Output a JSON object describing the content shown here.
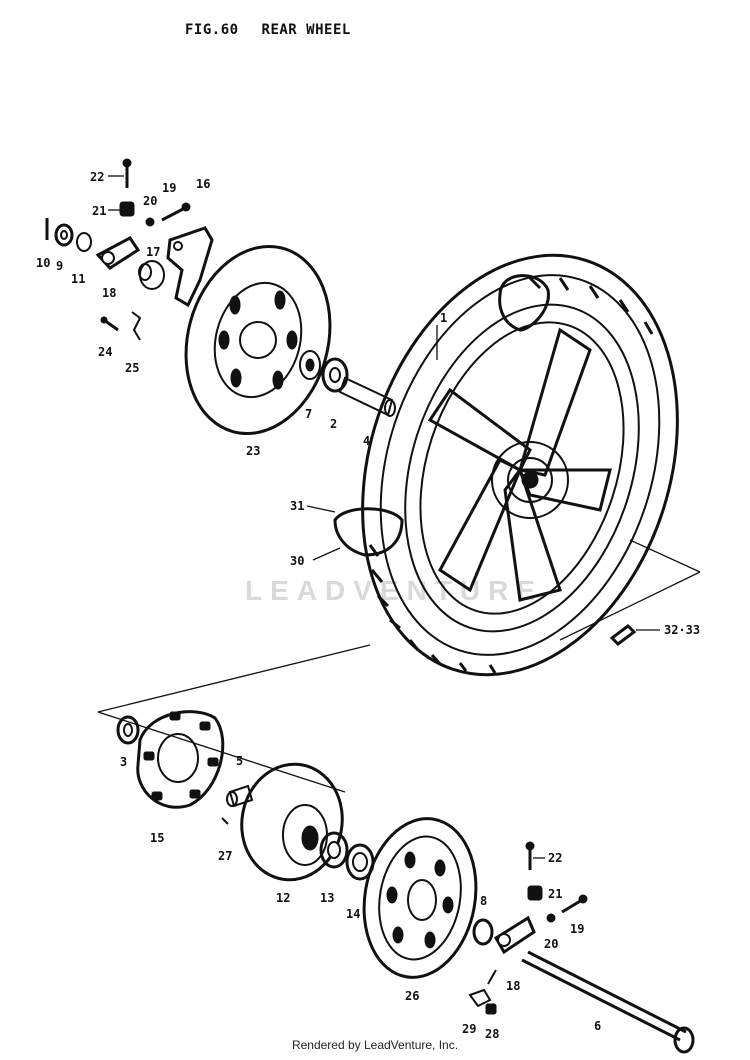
{
  "header": {
    "fig": "FIG.60",
    "title": "REAR WHEEL"
  },
  "footer": {
    "credit": "Rendered by LeadVenture, Inc."
  },
  "watermark": {
    "text": "LEADVENTURE"
  },
  "callouts": {
    "c1": "1",
    "c2": "2",
    "c3": "3",
    "c4": "4",
    "c5": "5",
    "c6": "6",
    "c7": "7",
    "c8": "8",
    "c9": "9",
    "c10": "10",
    "c11": "11",
    "c12": "12",
    "c13": "13",
    "c14": "14",
    "c15": "15",
    "c16": "16",
    "c17": "17",
    "c18a": "18",
    "c18b": "18",
    "c19a": "19",
    "c19b": "19",
    "c20a": "20",
    "c20b": "20",
    "c21a": "21",
    "c21b": "21",
    "c22a": "22",
    "c22b": "22",
    "c23": "23",
    "c24": "24",
    "c25": "25",
    "c26": "26",
    "c27": "27",
    "c28": "28",
    "c29": "29",
    "c30": "30",
    "c31": "31",
    "c3233": "32·33"
  }
}
